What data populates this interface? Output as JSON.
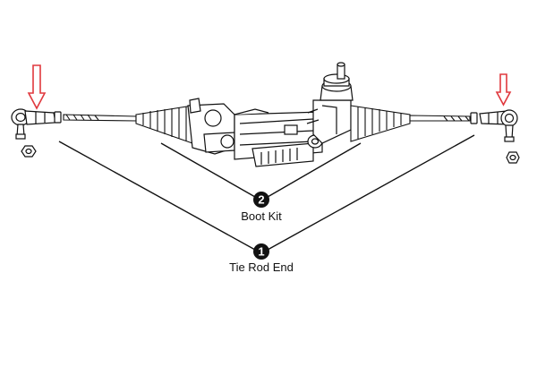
{
  "callouts": [
    {
      "number": "2",
      "label": "Boot Kit"
    },
    {
      "number": "1",
      "label": "Tie Rod End"
    }
  ],
  "colors": {
    "arrow": "#e0393e",
    "line": "#111111",
    "badge": "#111111",
    "background": "#ffffff"
  },
  "icons": {
    "left_arrow": "down-arrow-icon",
    "right_arrow": "down-arrow-icon"
  }
}
